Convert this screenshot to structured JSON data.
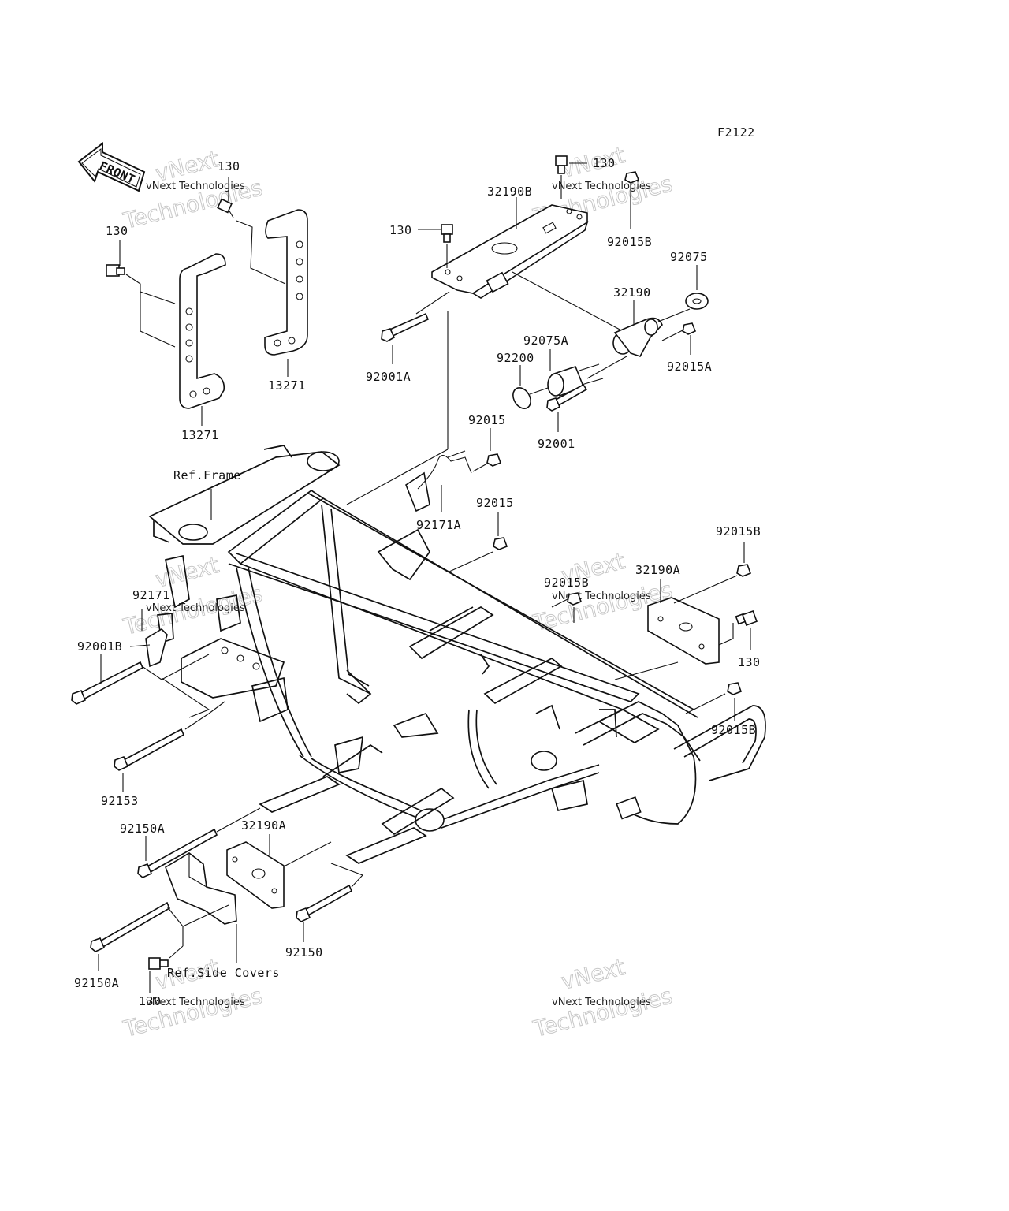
{
  "figure_code": "F2122",
  "front_arrow_label": "FRONT",
  "references": {
    "frame": "Ref.Frame",
    "side_covers": "Ref.Side Covers"
  },
  "part_labels": {
    "p130_topleft": "130",
    "p130_left": "130",
    "p13271_a": "13271",
    "p13271_b": "13271",
    "p130_top": "130",
    "p32190B": "32190B",
    "p130_mid": "130",
    "p92015B_top": "92015B",
    "p92075": "92075",
    "p32190": "32190",
    "p92001A": "92001A",
    "p92075A": "92075A",
    "p92200": "92200",
    "p92015A": "92015A",
    "p92015_a": "92015",
    "p92001": "92001",
    "p92171A": "92171A",
    "p92015_b": "92015",
    "p92015B_right": "92015B",
    "p32190A_right": "32190A",
    "p92015B_mid": "92015B",
    "p92171": "92171",
    "p92001B": "92001B",
    "p130_right": "130",
    "p92015B_low": "92015B",
    "p92153": "92153",
    "p92150A_top": "92150A",
    "p32190A_low": "32190A",
    "p92150": "92150",
    "p92150A_bottom": "92150A",
    "p130_bottom": "130"
  },
  "watermark": {
    "brand": "vNext Technologies",
    "big_line1": "vNext",
    "big_line2": "Technologies"
  }
}
